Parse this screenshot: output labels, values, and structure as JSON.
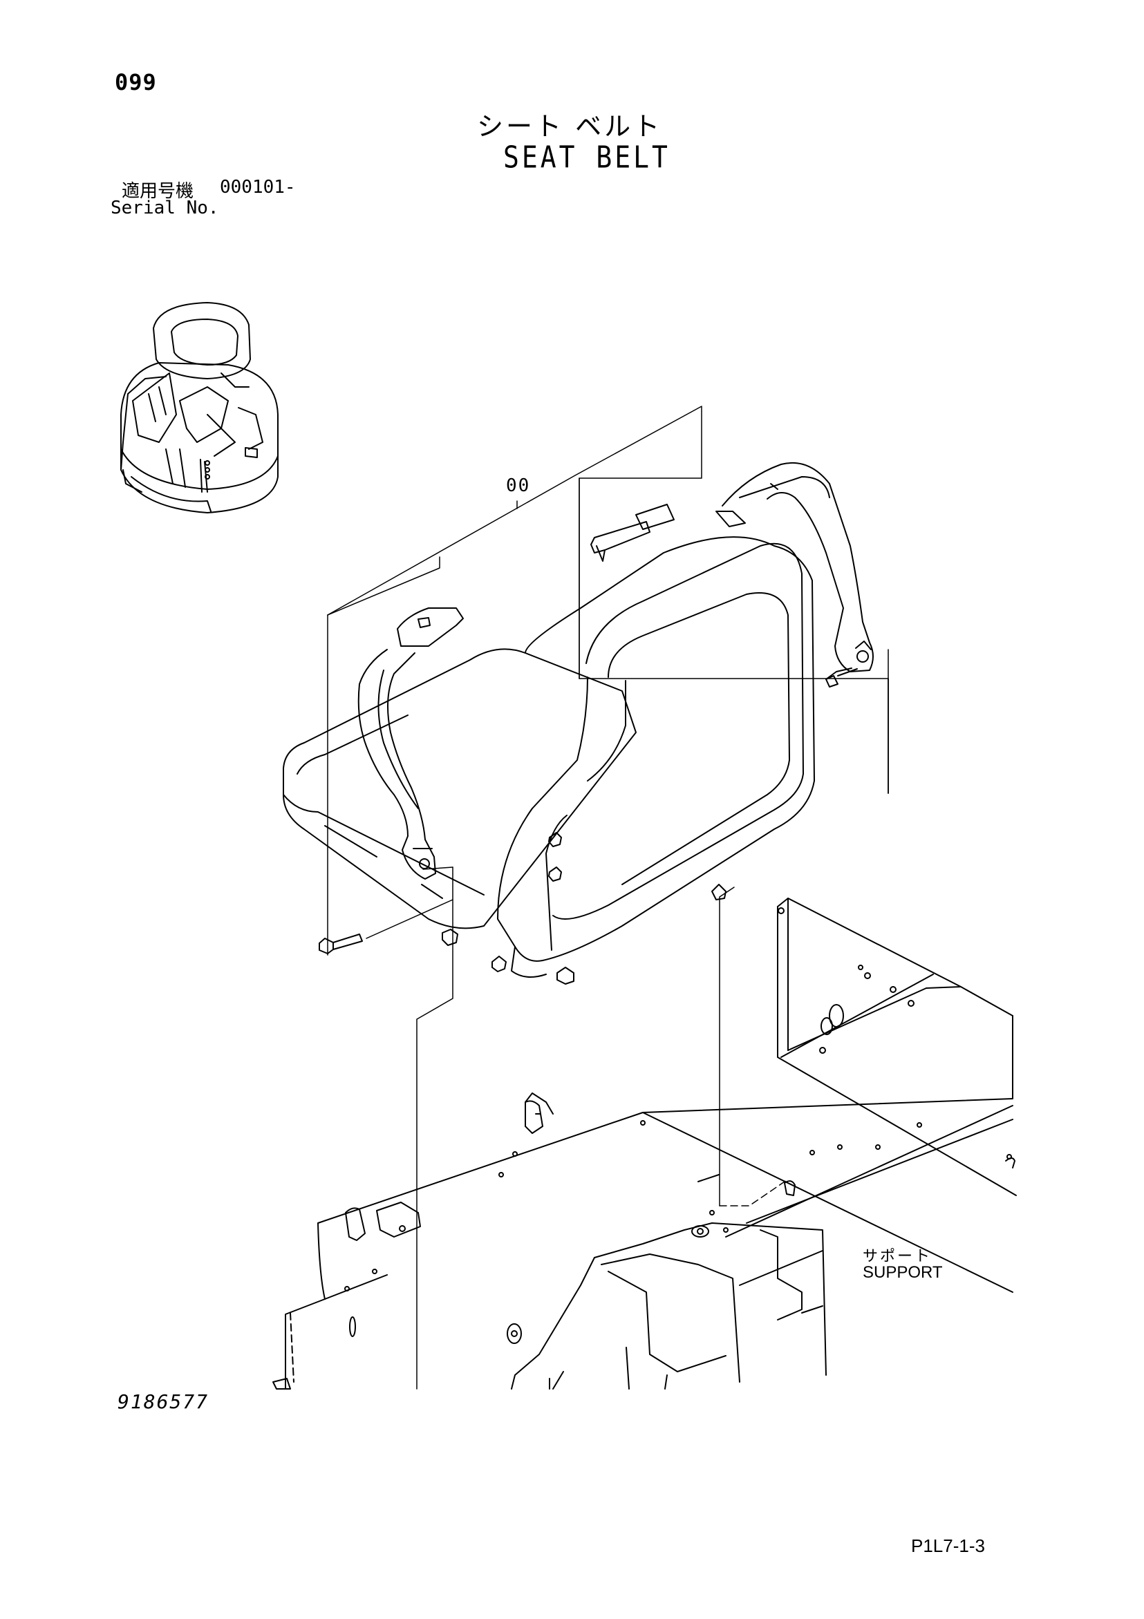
{
  "header": {
    "page_number": "099",
    "title_ja": "シート ベルト",
    "title_en": "SEAT BELT",
    "serial_label_ja": "適用号機",
    "serial_value": "000101-",
    "serial_label_en": "Serial No."
  },
  "diagram": {
    "callout_part": "00",
    "support_label_ja": "サポート",
    "support_label_en": "SUPPORT",
    "drawing_number": "9186577"
  },
  "footer": {
    "page_code": "P1L7-1-3"
  }
}
